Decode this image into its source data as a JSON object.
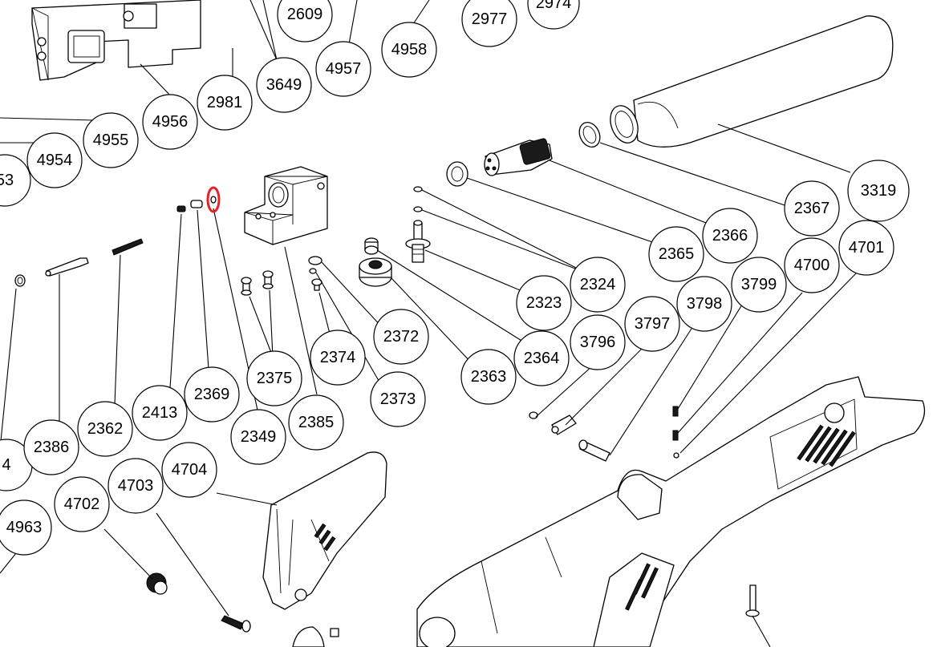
{
  "diagram": {
    "highlight_color": "#e8202a",
    "highlighted_part": "2349",
    "part_numbers": [
      "2609",
      "2977",
      "2974",
      "4958",
      "4957",
      "3649",
      "2981",
      "4956",
      "4955",
      "4954",
      "53",
      "3319",
      "2367",
      "2366",
      "2365",
      "2324",
      "2323",
      "2372",
      "2374",
      "2375",
      "2385",
      "2373",
      "2363",
      "2364",
      "3796",
      "3797",
      "3798",
      "3799",
      "4700",
      "4701",
      "4",
      "2386",
      "2362",
      "2413",
      "2369",
      "2349",
      "4963",
      "4702",
      "4703",
      "4704"
    ]
  }
}
